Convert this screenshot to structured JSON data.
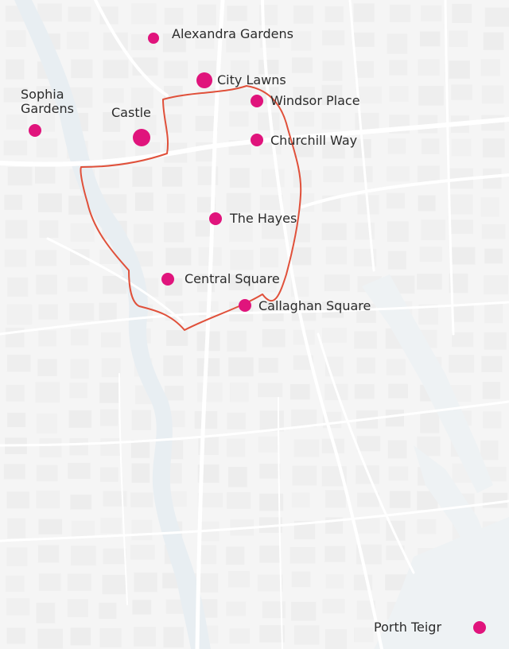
{
  "map": {
    "colors": {
      "background": "#f5f5f5",
      "block": "#eaeaea",
      "road": "#ffffff",
      "river": "#e8eef2",
      "dock": "#eef2f4",
      "boundary": "#e0503a",
      "marker": "#e0147c",
      "label": "#2b2b2b"
    },
    "places": [
      {
        "id": "alexandra-gardens",
        "name": "Alexandra Gardens"
      },
      {
        "id": "city-lawns",
        "name": "City Lawns"
      },
      {
        "id": "sophia-gardens",
        "name": "Sophia\nGardens"
      },
      {
        "id": "castle",
        "name": "Castle"
      },
      {
        "id": "windsor-place",
        "name": "Windsor Place"
      },
      {
        "id": "churchill-way",
        "name": "Churchill Way"
      },
      {
        "id": "the-hayes",
        "name": "The Hayes"
      },
      {
        "id": "central-square",
        "name": "Central Square"
      },
      {
        "id": "callaghan-square",
        "name": "Callaghan Square"
      },
      {
        "id": "porth-teigr",
        "name": "Porth Teigr"
      }
    ]
  }
}
